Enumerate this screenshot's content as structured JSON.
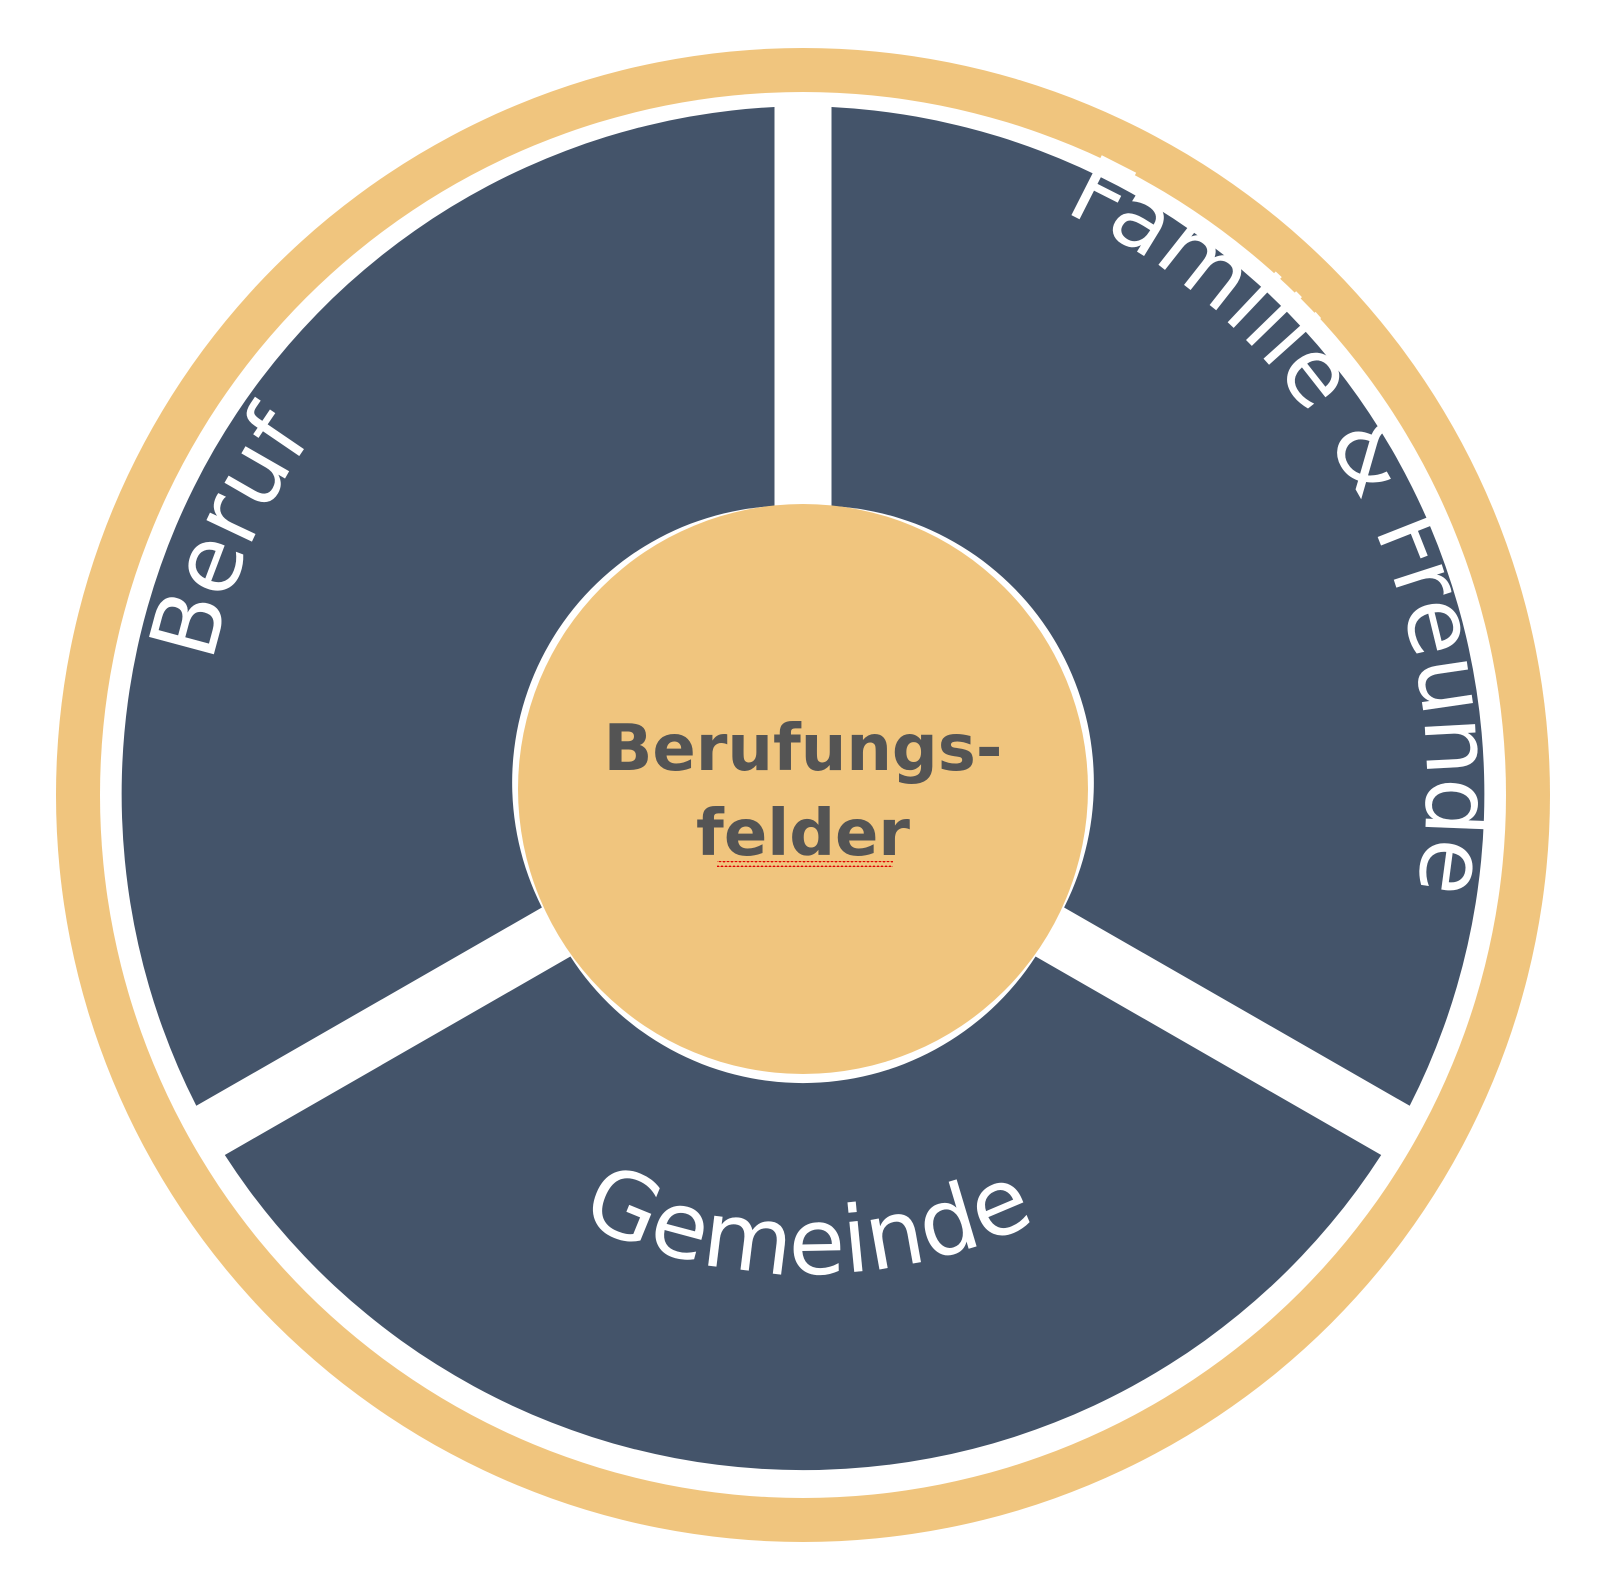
{
  "diagram": {
    "center": {
      "line1": "Berufungs-",
      "line2": "felder"
    },
    "segments": [
      {
        "label": "Beruf"
      },
      {
        "label": "Familie & Freunde"
      },
      {
        "label": "Gemeinde"
      }
    ]
  },
  "colors": {
    "ring": "#F0C57E",
    "segment": "#44546A",
    "center": "#F0C57E",
    "separator": "#FFFFFF",
    "label": "#FFFFFF",
    "center_text": "#545454",
    "spellcheck_underline": "#E00000"
  }
}
